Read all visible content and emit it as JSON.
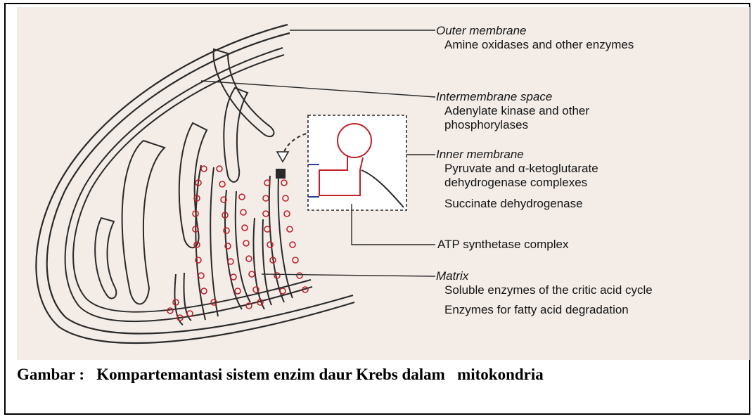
{
  "diagram": {
    "labels": [
      {
        "heading": "Outer membrane",
        "desc": [
          "Amine oxidases and other enzymes"
        ]
      },
      {
        "heading": "Intermembrane space",
        "desc": [
          "Adenylate kinase and other",
          "phosphorylases"
        ]
      },
      {
        "heading": "Inner membrane",
        "desc": [
          "Pyruvate and α-ketoglutarate",
          "dehydrogenase complexes",
          "Succinate dehydrogenase"
        ]
      },
      {
        "heading": "",
        "desc": [
          "ATP synthetase complex"
        ]
      },
      {
        "heading": "Matrix",
        "desc": [
          "Soluble enzymes of the critic acid cycle",
          "Enzymes for fatty acid degradation"
        ]
      }
    ]
  },
  "caption": {
    "prefix": "Gambar :",
    "text": "Kompartemantasi sistem enzim daur Krebs dalam   mitokondria"
  },
  "colors": {
    "membrane": "#2a2a2a",
    "particles": "#c0202a",
    "background": "#f3ece7",
    "leader_lines": "#2a2a2a"
  }
}
